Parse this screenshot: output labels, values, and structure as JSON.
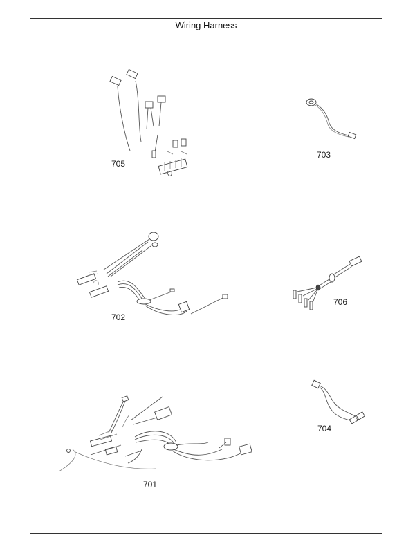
{
  "title": "Wiring Harness",
  "parts": [
    {
      "id": "705",
      "label": "705"
    },
    {
      "id": "703",
      "label": "703"
    },
    {
      "id": "702",
      "label": "702"
    },
    {
      "id": "706",
      "label": "706"
    },
    {
      "id": "704",
      "label": "704"
    },
    {
      "id": "701",
      "label": "701"
    }
  ]
}
